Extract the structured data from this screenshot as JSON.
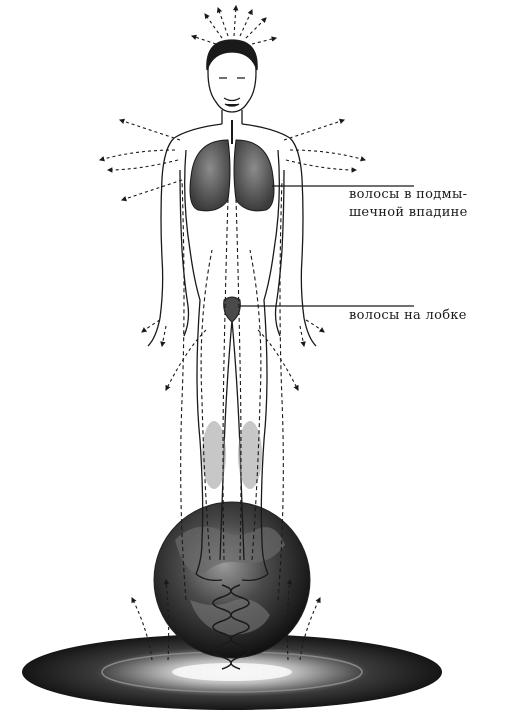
{
  "labels": {
    "armpit_hair_line1": "волосы в подмы-",
    "armpit_hair_line2": "шечной впадине",
    "pubic_hair": "волосы на лобке"
  },
  "colors": {
    "ink": "#1a1a1a",
    "lung": "#6e6e6e",
    "earth": "#3d3d3d",
    "disc": "#2b2b2b"
  },
  "icons": {
    "figure": "standing-human-figure-icon",
    "lungs": "lungs-icon",
    "earth": "globe-icon",
    "spiral": "spiral-helix-icon"
  }
}
